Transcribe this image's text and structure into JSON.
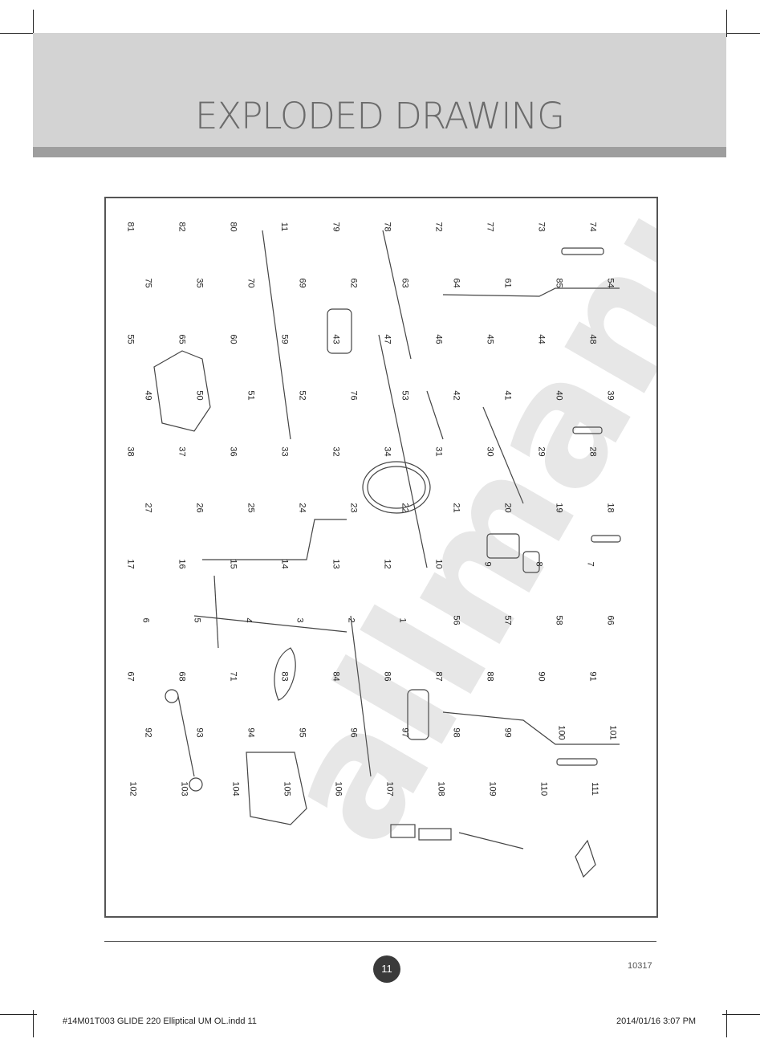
{
  "header": {
    "title": "EXPLODED DRAWING"
  },
  "drawing": {
    "watermark": "allmanuals.com",
    "callouts": [
      "81",
      "82",
      "80",
      "11",
      "79",
      "78",
      "72",
      "77",
      "73",
      "74",
      "75",
      "35",
      "70",
      "69",
      "62",
      "63",
      "64",
      "61",
      "85",
      "54",
      "55",
      "65",
      "60",
      "59",
      "43",
      "47",
      "46",
      "45",
      "44",
      "48",
      "49",
      "50",
      "51",
      "52",
      "76",
      "53",
      "42",
      "41",
      "40",
      "39",
      "38",
      "37",
      "36",
      "33",
      "32",
      "34",
      "31",
      "30",
      "29",
      "28",
      "27",
      "26",
      "25",
      "24",
      "23",
      "22",
      "21",
      "20",
      "19",
      "18",
      "17",
      "16",
      "15",
      "14",
      "13",
      "12",
      "10",
      "9",
      "8",
      "7",
      "6",
      "5",
      "4",
      "3",
      "2",
      "1",
      "56",
      "57",
      "58",
      "66",
      "67",
      "68",
      "71",
      "83",
      "84",
      "86",
      "87",
      "88",
      "90",
      "91",
      "92",
      "93",
      "94",
      "95",
      "96",
      "97",
      "98",
      "99",
      "100",
      "101",
      "102",
      "103",
      "104",
      "105",
      "106",
      "107",
      "108",
      "109",
      "110",
      "111"
    ]
  },
  "footer": {
    "page_number": "11",
    "doc_code": "10317",
    "file_info": "#14M01T003 GLIDE 220 Elliptical UM OL.indd   11",
    "print_date": "2014/01/16   3:07 PM"
  }
}
